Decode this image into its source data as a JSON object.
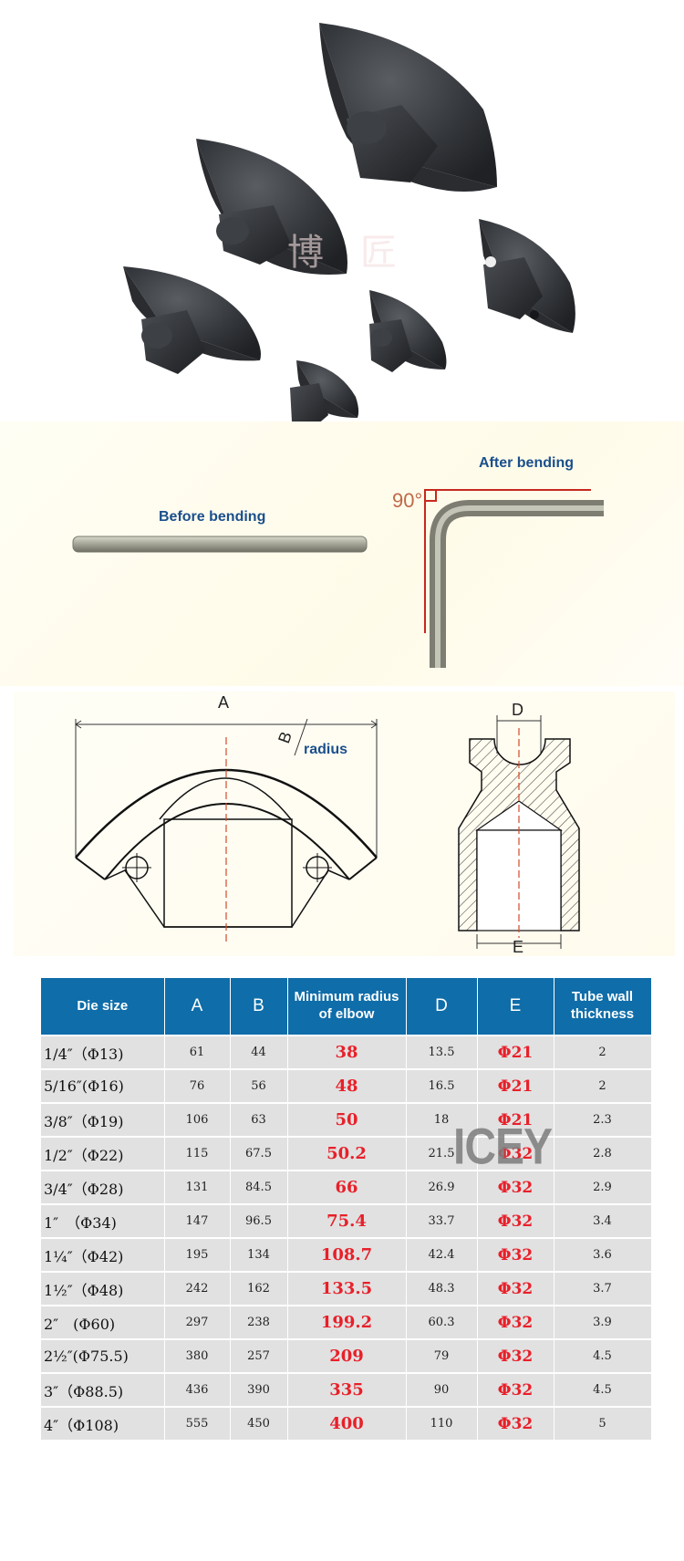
{
  "bending": {
    "before_label": "Before bending",
    "after_label": "After bending",
    "angle_label": "90°"
  },
  "drawing": {
    "label_a": "A",
    "label_b": "B",
    "label_radius": "radius",
    "label_d": "D",
    "label_e": "E"
  },
  "watermark": "ICEY",
  "table": {
    "headers": [
      "Die size",
      "A",
      "B",
      "Minimum radius of elbow",
      "D",
      "E",
      "Tube wall thickness"
    ],
    "rows": [
      [
        "1/4″（Φ13)",
        "61",
        "44",
        "38",
        "13.5",
        "Φ21",
        "2"
      ],
      [
        "5/16″(Φ16)",
        "76",
        "56",
        "48",
        "16.5",
        "Φ21",
        "2"
      ],
      [
        "3/8″（Φ19)",
        "106",
        "63",
        "50",
        "18",
        "Φ21",
        "2.3"
      ],
      [
        "1/2″（Φ22)",
        "115",
        "67.5",
        "50.2",
        "21.5",
        "Φ32",
        "2.8"
      ],
      [
        "3/4″（Φ28)",
        "131",
        "84.5",
        "66",
        "26.9",
        "Φ32",
        "2.9"
      ],
      [
        "1″　（Φ34)",
        "147",
        "96.5",
        "75.4",
        "33.7",
        "Φ32",
        "3.4"
      ],
      [
        "1¼″（Φ42)",
        "195",
        "134",
        "108.7",
        "42.4",
        "Φ32",
        "3.6"
      ],
      [
        "1½″（Φ48)",
        "242",
        "162",
        "133.5",
        "48.3",
        "Φ32",
        "3.7"
      ],
      [
        "2″　(Φ60)",
        "297",
        "238",
        "199.2",
        "60.3",
        "Φ32",
        "3.9"
      ],
      [
        "2½″(Φ75.5)",
        "380",
        "257",
        "209",
        "79",
        "Φ32",
        "4.5"
      ],
      [
        "3″（Φ88.5)",
        "436",
        "390",
        "335",
        "90",
        "Φ32",
        "4.5"
      ],
      [
        "4″（Φ108)",
        "555",
        "450",
        "400",
        "110",
        "Φ32",
        "5"
      ]
    ]
  }
}
